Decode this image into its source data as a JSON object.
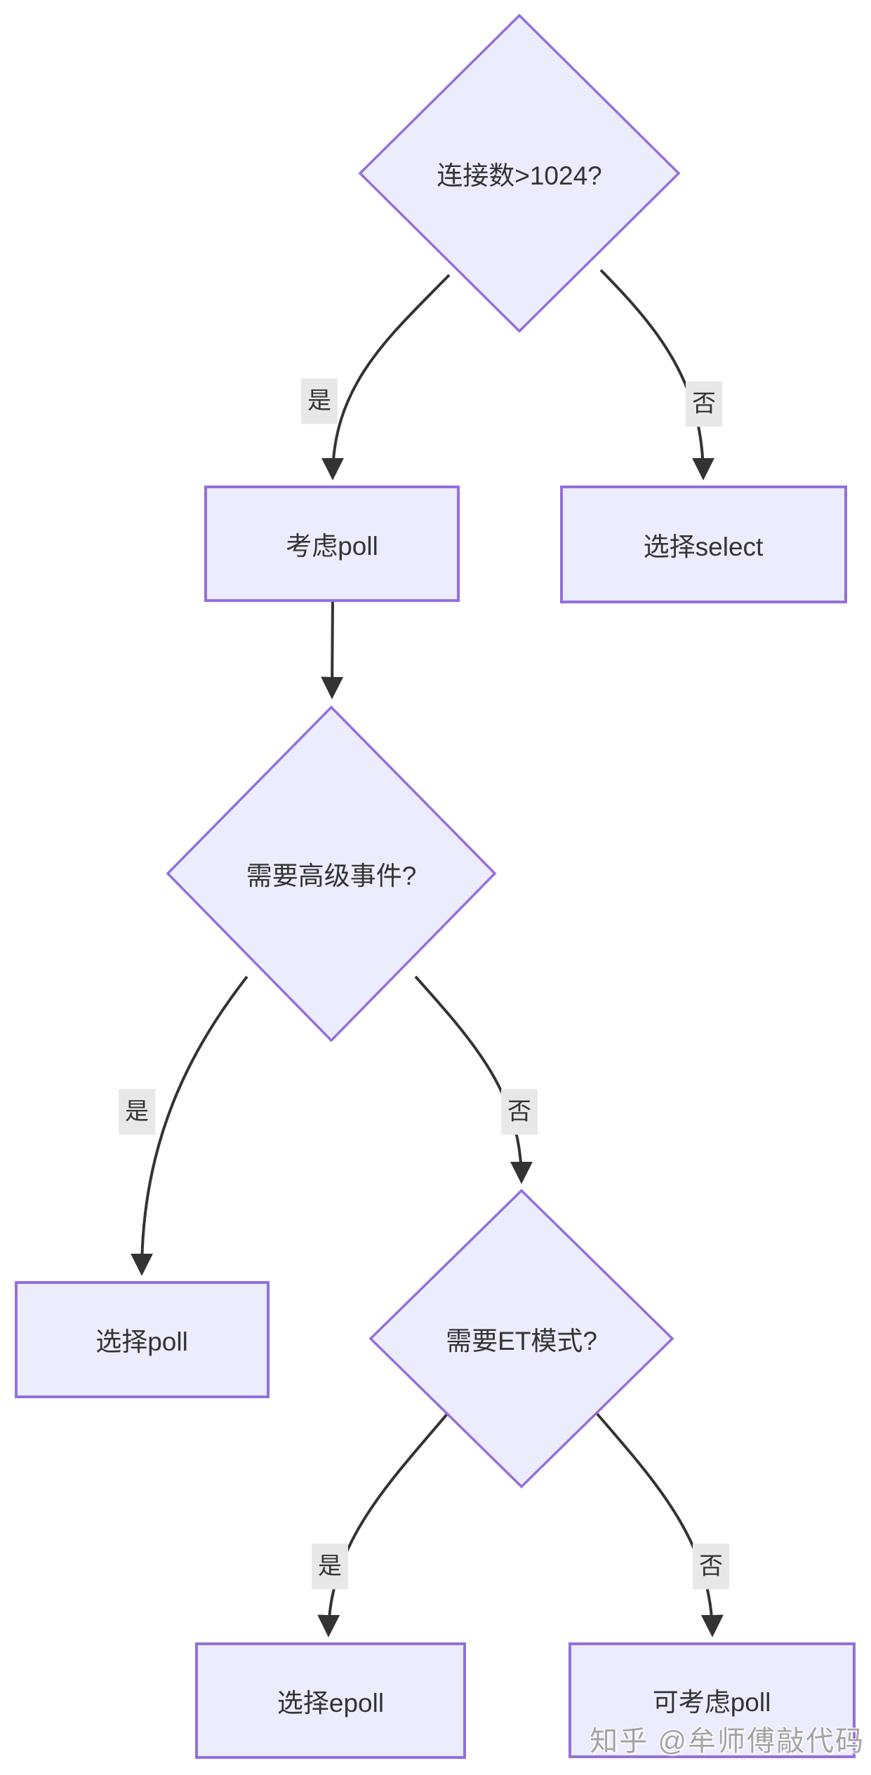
{
  "diagram": {
    "type": "flowchart",
    "direction": "top-down",
    "nodes": [
      {
        "id": "A",
        "type": "decision",
        "label": "连接数>1024?"
      },
      {
        "id": "B",
        "type": "process",
        "label": "考虑poll"
      },
      {
        "id": "C",
        "type": "process",
        "label": "选择select"
      },
      {
        "id": "D",
        "type": "decision",
        "label": "需要高级事件?"
      },
      {
        "id": "E",
        "type": "process",
        "label": "选择poll"
      },
      {
        "id": "F",
        "type": "decision",
        "label": "需要ET模式?"
      },
      {
        "id": "G",
        "type": "process",
        "label": "选择epoll"
      },
      {
        "id": "H",
        "type": "process",
        "label": "可考虑poll"
      }
    ],
    "edges": [
      {
        "from": "A",
        "to": "B",
        "label": "是"
      },
      {
        "from": "A",
        "to": "C",
        "label": "否"
      },
      {
        "from": "B",
        "to": "D",
        "label": ""
      },
      {
        "from": "D",
        "to": "E",
        "label": "是"
      },
      {
        "from": "D",
        "to": "F",
        "label": "否"
      },
      {
        "from": "F",
        "to": "G",
        "label": "是"
      },
      {
        "from": "F",
        "to": "H",
        "label": "否"
      }
    ],
    "colors": {
      "node_fill": "#ECECFF",
      "node_border": "#9370DB",
      "edge_line": "#333333",
      "edge_label_background": "#e8e8e8",
      "text": "#333333"
    },
    "watermark": "知乎 @牟师傅敲代码"
  }
}
